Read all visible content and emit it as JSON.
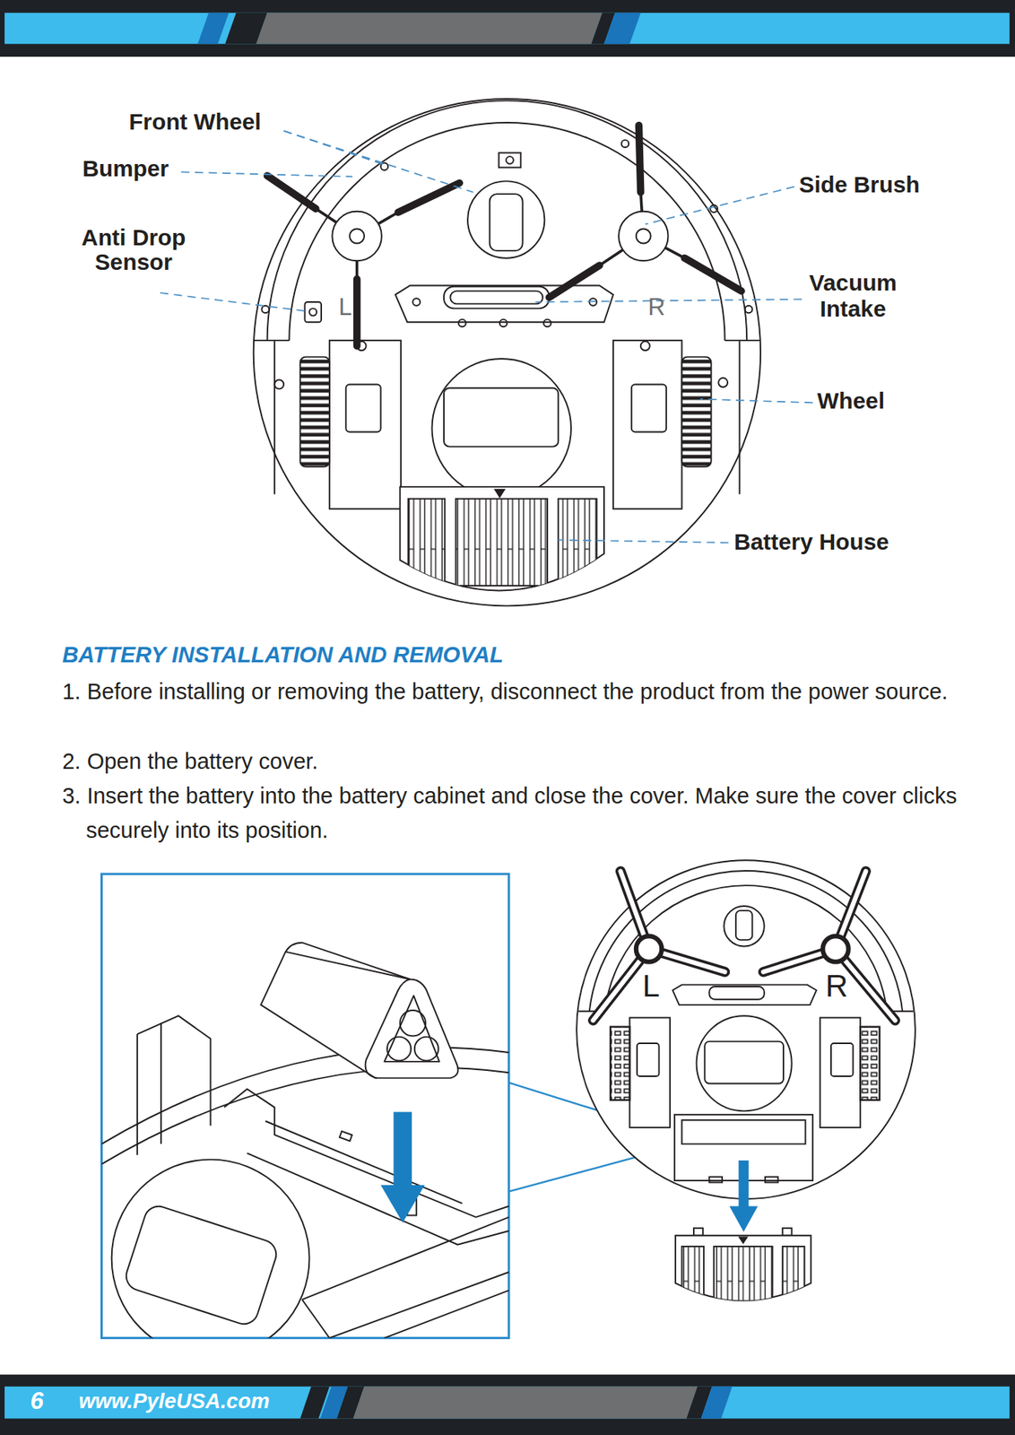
{
  "diagram": {
    "title": "BATTERY INSTALLATION AND REMOVAL",
    "labels": [
      "Front Wheel",
      "Bumper",
      "Anti Drop Sensor",
      "Side Brush",
      "Vacuum Intake",
      "Wheel",
      "Battery House",
      "L",
      "R",
      "1. Before installing or removing the battery, disconnect the product from the power source.",
      "2. Open the battery cover.",
      "3. Insert the battery into the battery cabinet and close the cover. Make sure the cover clicks securely into its position.",
      "L",
      "R",
      "6",
      "www.PyleUSA.com"
    ]
  }
}
